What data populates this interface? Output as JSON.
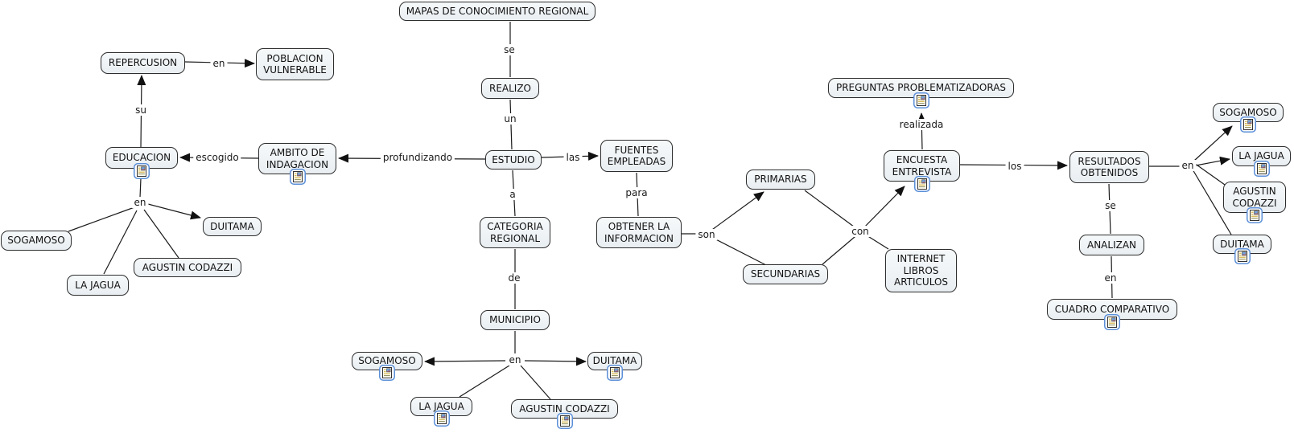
{
  "app": {
    "title": "Concept map - Mapas de Conocimiento Regional",
    "background": "#ffffff"
  },
  "style": {
    "node_fill": "#edf2f5",
    "node_border": "#2d2d2d",
    "line_color": "#1a1a1a",
    "resource_icon_border": "#5b8fd8",
    "resource_icon_lines": "#c9a227",
    "resource_icon_thumb": "#6fa3e0"
  },
  "nodes": {
    "mapas": {
      "label": "MAPAS DE CONOCIMIENTO REGIONAL"
    },
    "realizo": {
      "label": "REALIZO"
    },
    "estudio": {
      "label": "ESTUDIO"
    },
    "fuentes": {
      "label": "FUENTES EMPLEADAS"
    },
    "obtener": {
      "label": "OBTENER LA INFORMACION"
    },
    "primarias": {
      "label": "PRIMARIAS"
    },
    "secundarias": {
      "label": "SECUNDARIAS"
    },
    "encuesta": {
      "label": "ENCUESTA ENTREVISTA"
    },
    "preguntas": {
      "label": "PREGUNTAS PROBLEMATIZADORAS"
    },
    "internet": {
      "label": "INTERNET LIBROS ARTICULOS"
    },
    "resultados": {
      "label": "RESULTADOS OBTENIDOS"
    },
    "analizan": {
      "label": "ANALIZAN"
    },
    "cuadro": {
      "label": "CUADRO COMPARATIVO"
    },
    "sogamoso_r": {
      "label": "SOGAMOSO"
    },
    "lajagua_r": {
      "label": "LA JAGUA"
    },
    "agustin_r": {
      "label": "AGUSTIN CODAZZI"
    },
    "duitama_r": {
      "label": "DUITAMA"
    },
    "repercusion": {
      "label": "REPERCUSION"
    },
    "poblacion": {
      "label": "POBLACION VULNERABLE"
    },
    "educacion": {
      "label": "EDUCACION"
    },
    "ambito": {
      "label": "AMBITO DE INDAGACION"
    },
    "sogamoso_l": {
      "label": "SOGAMOSO"
    },
    "duitama_l": {
      "label": "DUITAMA"
    },
    "lajagua_l": {
      "label": "LA JAGUA"
    },
    "agustin_l": {
      "label": "AGUSTIN CODAZZI"
    },
    "categoria": {
      "label": "CATEGORIA REGIONAL"
    },
    "municipio": {
      "label": "MUNICIPIO"
    },
    "sogamoso_b": {
      "label": "SOGAMOSO"
    },
    "duitama_b": {
      "label": "DUITAMA"
    },
    "lajagua_b": {
      "label": "LA JAGUA"
    },
    "agustin_b": {
      "label": "AGUSTIN CODAZZI"
    }
  },
  "link_labels": {
    "se1": "se",
    "un": "un",
    "profundizando": "profundizando",
    "las": "las",
    "a": "a",
    "de": "de",
    "en_mun": "en",
    "escogido": "escogido",
    "su": "su",
    "en_rep": "en",
    "en_edu": "en",
    "para": "para",
    "son": "son",
    "con": "con",
    "realizada": "realizada",
    "los": "los",
    "en_res": "en",
    "se2": "se",
    "en_ana": "en"
  },
  "icons": {
    "resource": "document-with-image-resource-icon"
  }
}
